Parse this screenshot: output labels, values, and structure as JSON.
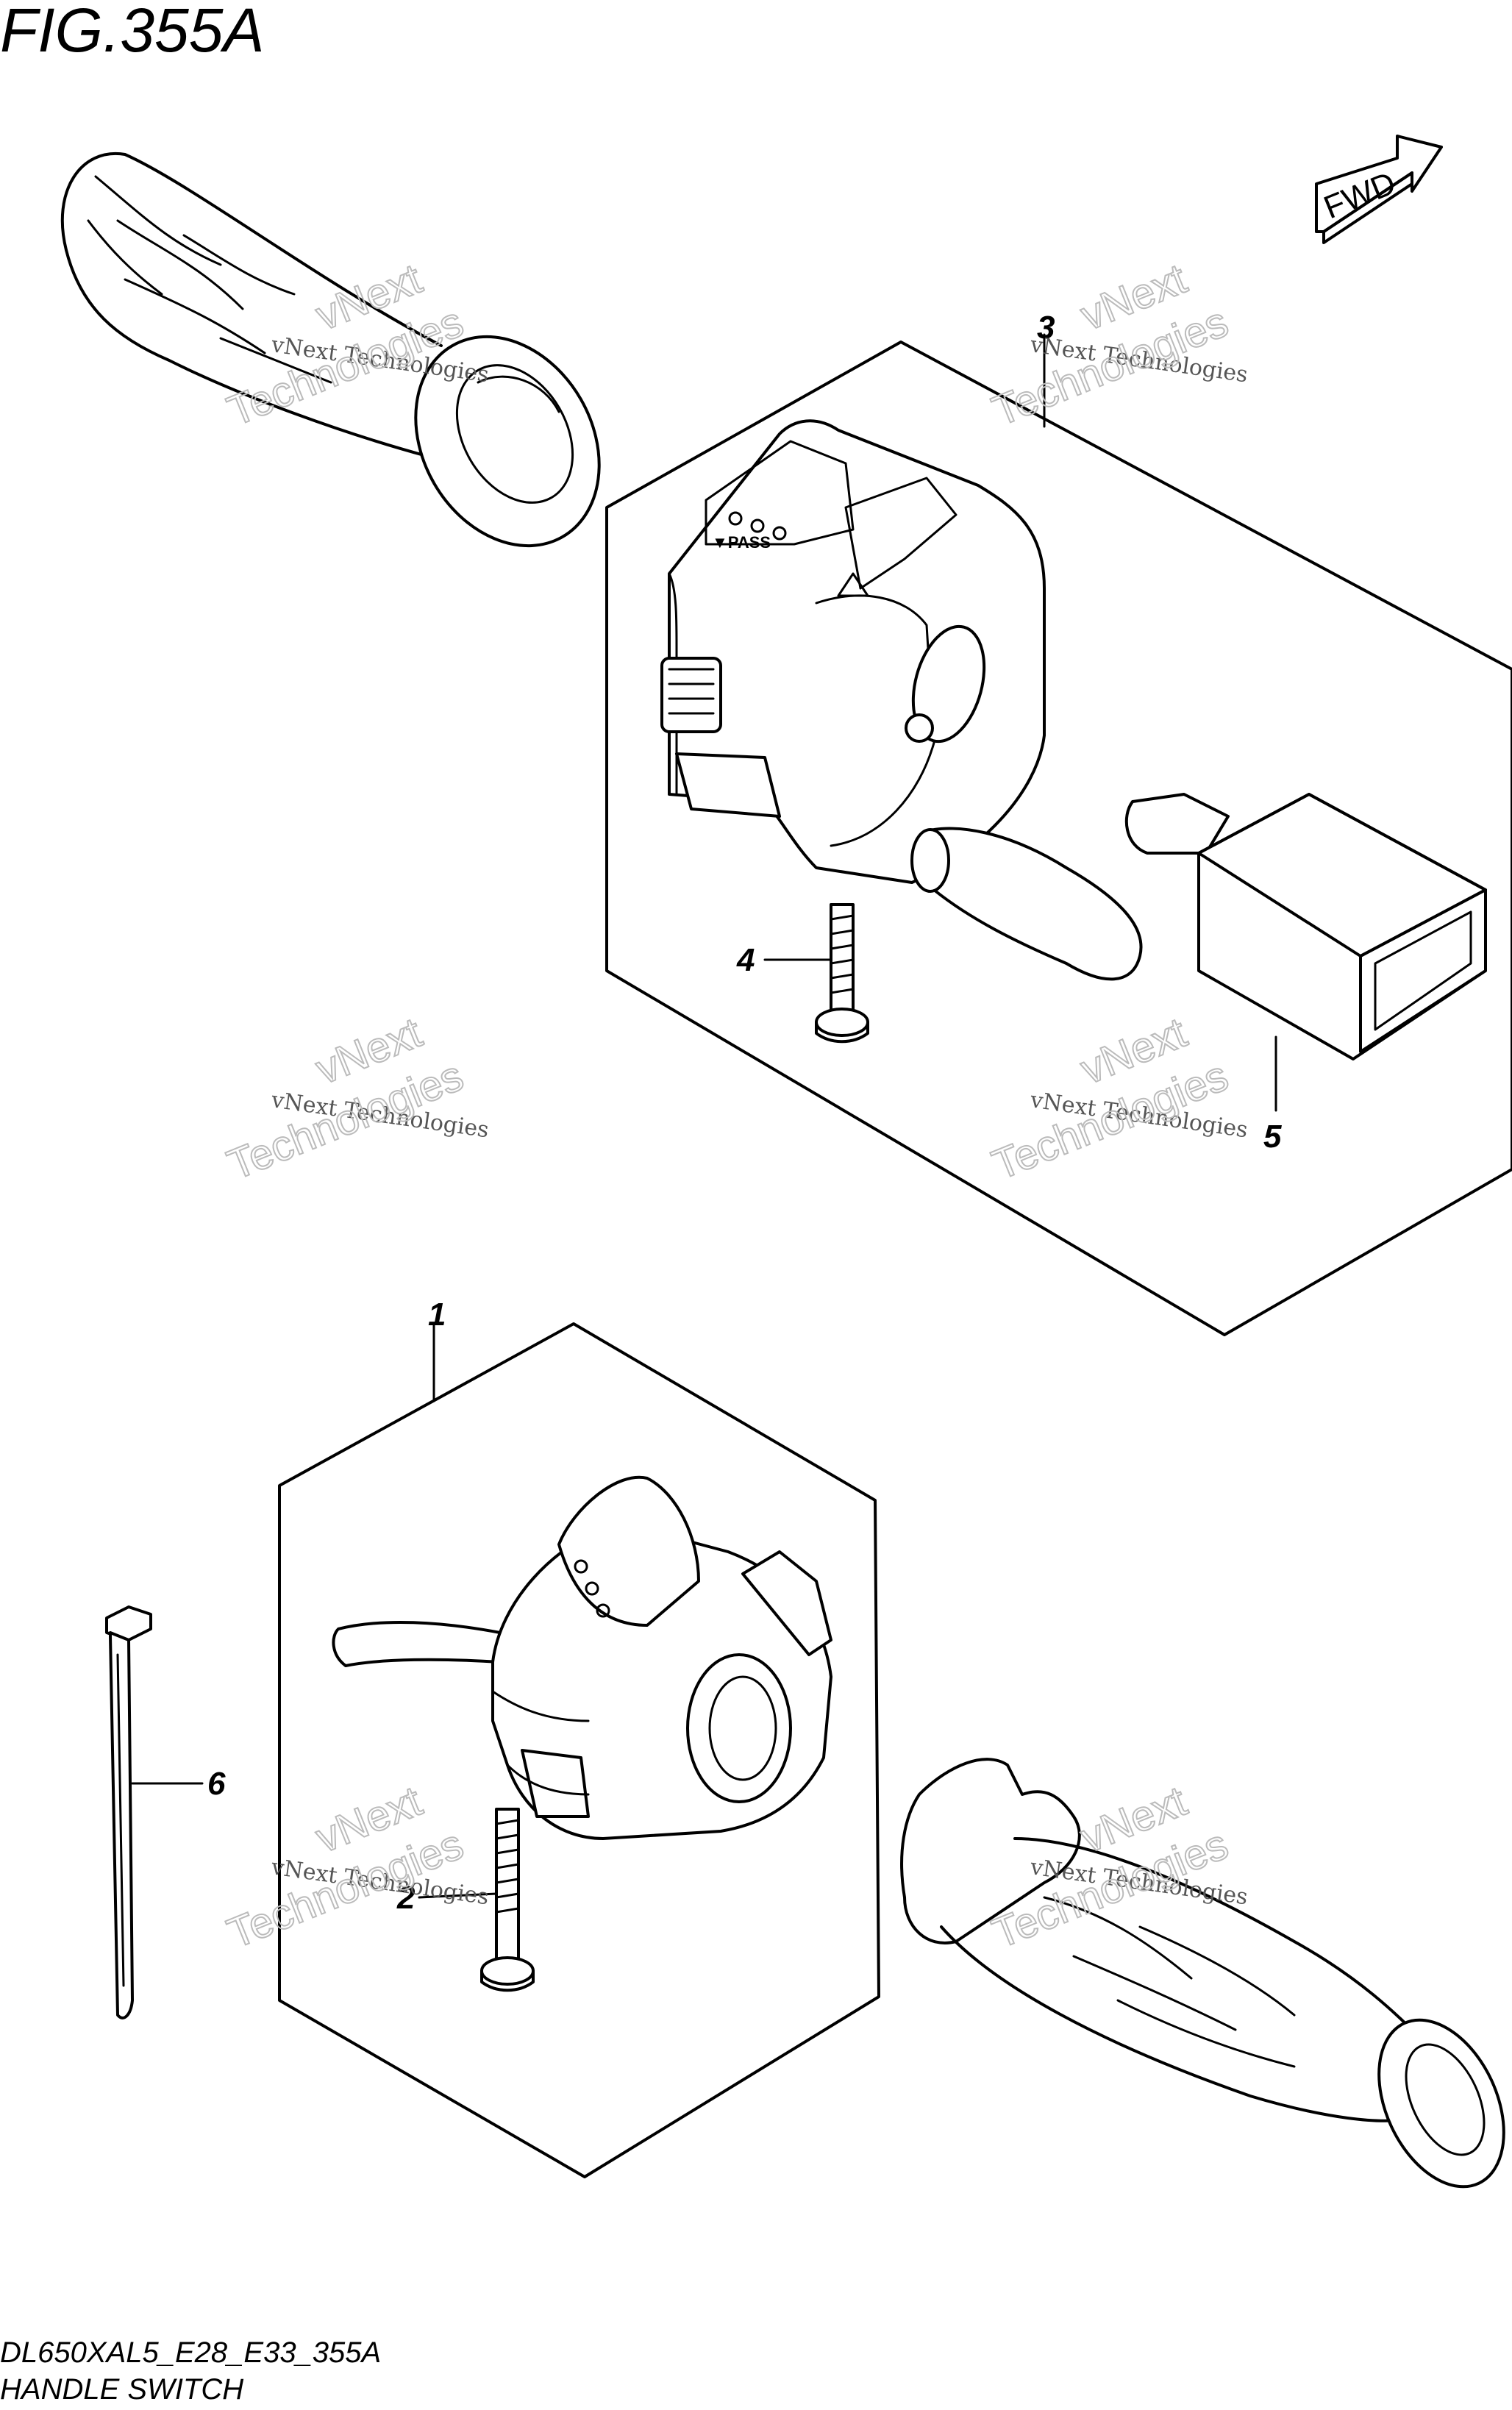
{
  "figure": {
    "title": "FIG.355A",
    "model_code": "DL650XAL5_E28_E33_355A",
    "name": "HANDLE SWITCH",
    "direction_label": "FWD"
  },
  "callouts": [
    "1",
    "2",
    "3",
    "4",
    "5",
    "6"
  ],
  "watermark": {
    "line": "vNext Technologies",
    "word1": "vNext",
    "word2": "Technologies"
  },
  "colors": {
    "ink": "#000000",
    "background": "#ffffff"
  }
}
